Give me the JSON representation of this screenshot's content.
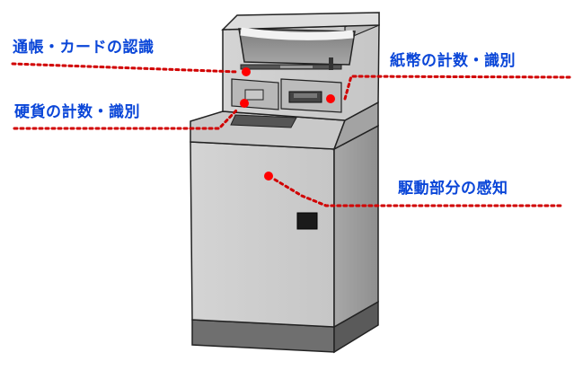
{
  "labels": {
    "passbook_card": "通帳・カードの認識",
    "banknote": "紙幣の計数・識別",
    "coin": "硬貨の計数・識別",
    "drive": "駆動部分の感知"
  },
  "colors": {
    "label_text": "#0a46d8",
    "leader_line": "#d10000",
    "marker": "#ff0000",
    "machine_body": "#d9d9d9",
    "machine_shadow": "#9a9a9a"
  }
}
